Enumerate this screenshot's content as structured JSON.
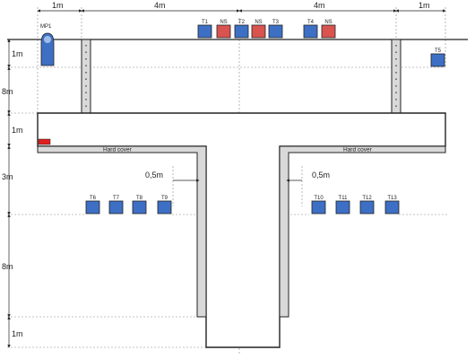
{
  "dimensions": {
    "top_left": "1m",
    "top_mid_left": "4m",
    "top_mid_right": "4m",
    "top_right": "1m",
    "left_1": "1m",
    "left_2": "8m",
    "left_3": "1m",
    "left_4": "3m",
    "left_5": "8m",
    "left_6": "1m",
    "offset_left": "0,5m",
    "offset_right": "0,5m"
  },
  "labels": {
    "mp1": "MP1",
    "hard_cover_left": "Hard cover",
    "hard_cover_right": "Hard cover"
  },
  "sensors_top": [
    {
      "label": "T1",
      "kind": "temp"
    },
    {
      "label": "NS",
      "kind": "ns"
    },
    {
      "label": "T2",
      "kind": "temp"
    },
    {
      "label": "NS",
      "kind": "ns"
    },
    {
      "label": "T3",
      "kind": "temp"
    },
    {
      "label": "T4",
      "kind": "temp"
    },
    {
      "label": "NS",
      "kind": "ns"
    }
  ],
  "sensor_t5": {
    "label": "T5",
    "kind": "temp"
  },
  "sensors_left": [
    {
      "label": "T6"
    },
    {
      "label": "T7"
    },
    {
      "label": "T8"
    },
    {
      "label": "T9"
    }
  ],
  "sensors_right": [
    {
      "label": "T10"
    },
    {
      "label": "T11"
    },
    {
      "label": "T12"
    },
    {
      "label": "T13"
    }
  ],
  "colors": {
    "temp_sensor": "#3d6fc4",
    "ns_sensor": "#d9534f",
    "cover": "#d9d9d9",
    "red_marker": "#e02020"
  }
}
